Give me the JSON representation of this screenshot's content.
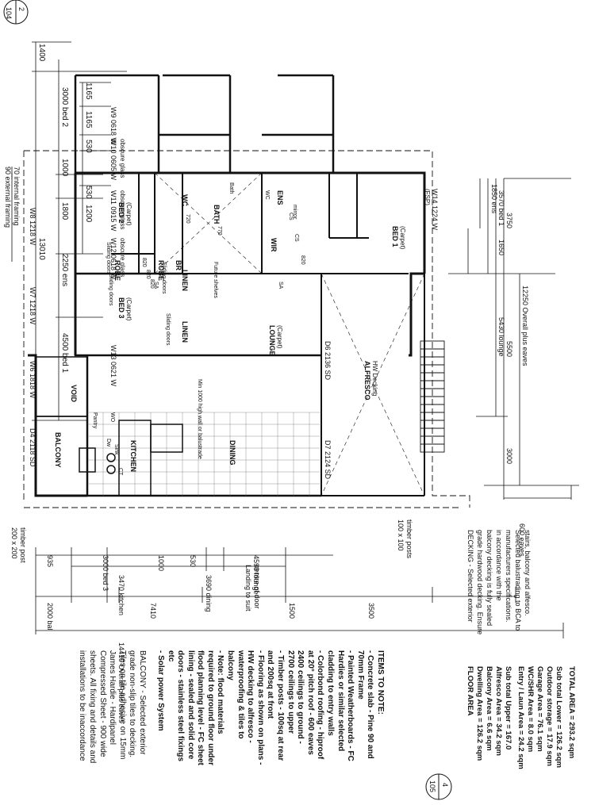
{
  "page_numbers": {
    "top_circle_a": "2",
    "top_circle_b": "104",
    "bottom_circle_a": "4",
    "bottom_circle_b": "105"
  },
  "top_dimensions": {
    "row1": [
      "1400",
      "13010"
    ],
    "row2": [
      "3000 bed 2",
      "1000",
      "1800",
      "2250 ens",
      "4500 bed 1"
    ],
    "row3": [
      "1165",
      "1165",
      "530",
      "530",
      "1200"
    ]
  },
  "windows_top": [
    {
      "id": "W9 0618 W",
      "note": ""
    },
    {
      "id": "W10 0605 W",
      "note": "obscure glass"
    },
    {
      "id": "W11 0915 W",
      "note": "obscure glass"
    },
    {
      "id": "W12 0618 W",
      "note": "obscure glass"
    },
    {
      "id": "W13 0621 W",
      "note": ""
    }
  ],
  "left_labels": {
    "framing_a": "90 external framing",
    "framing_b": "70 internal framing",
    "w8": "W8 1218 W",
    "w7": "W7 1218 W",
    "w6": "W6 1818 W",
    "d4": "D4 2118 SD"
  },
  "right_labels": {
    "w14": "W14 1224 W",
    "fsp": "(FSP)",
    "d6": "D6 2136 SD",
    "d7": "D7 2124 SD"
  },
  "side_dimensions": {
    "ens": "1850 ens",
    "bed1": "3570 bed 1",
    "d1650": "1650",
    "d3750": "3750",
    "lounge": "5430 lounge",
    "d5500": "5500",
    "d3000": "3000",
    "overall": "12250 Overall plus eaves",
    "eaves": "600 eaves"
  },
  "rooms": {
    "bed2": "BED 2",
    "bed2_sub": "(Carpet)",
    "bed3": "BED 3",
    "bed3_sub": "(Carpet)",
    "bed1": "BED 1",
    "bed1_sub": "(Carpet)",
    "wc": "WC",
    "bath": "BATH",
    "bath_fixture": "Bath",
    "ens": "ENS",
    "wir": "WIR",
    "linen1": "LINEN",
    "linen2": "LINEN",
    "robe1": "ROBE",
    "robe2": "ROBE",
    "br": "BR",
    "lounge": "LOUNGE",
    "lounge_sub": "(Carpet)",
    "alfresco": "ALFRESCO",
    "alfresco_sub": "HW Decking",
    "void": "VOID",
    "balcony": "BALCONY",
    "kitchen": "KITCHEN",
    "dining": "DINING",
    "pantry": "Pantry",
    "wo": "WO",
    "dw": "Dw",
    "sink": "Sink",
    "ct": "CT"
  },
  "plan_notes": {
    "sliding1": "Sliding doors",
    "sliding2": "Sliding doors",
    "sliding3": "Sliding doors",
    "sliding4": "Sliding doors",
    "balustrade": "Min 1000 high wall or balustrade",
    "future_shelves": "Future shelves",
    "wc_sub": "WC",
    "mirror": "mirror",
    "d820a": "820",
    "d820b": "820",
    "d820c": "820",
    "d820d": "820",
    "d770": "770",
    "d720": "720",
    "sa1": "SA",
    "sa2": "SA",
    "cs1": "CS",
    "cs2": "CS"
  },
  "bottom_dimensions": {
    "row1": [
      "935",
      "3000 bed 3",
      "1000",
      "530",
      "4590 lounge"
    ],
    "row2": [
      "3470 kitchen",
      "3690 dining"
    ],
    "row3": [
      "2000 bal",
      "7410",
      "1500",
      "3500"
    ],
    "overall": "14410 Overall plus eaves"
  },
  "posts": {
    "a_1": "200 x 200",
    "a_2": "timber post",
    "b_1": "100 x 100",
    "b_2": "timber posts"
  },
  "landing_note": [
    "Landing to suit",
    "centre of door"
  ],
  "decking_note": [
    "DECKING - Selected exterior",
    "grade hardwood decking. Ensure",
    "balcony decking is fully sealed",
    "in accordance with the",
    "manufacturers specifications.",
    "Selected balustrading to BCA to",
    "stairs, balcony and alfesco."
  ],
  "floor_area": {
    "title": "FLOOR AREA",
    "upper": [
      "Dwelling Area = 126.2 sqm",
      "Balcony Area = 6.6 sqm",
      "Alfresco Area = 34.2 sqm"
    ],
    "upper_total": "Sub total Upper = 167.0",
    "lower": [
      "Entry / Laun Area = 24.2 sqm",
      "WC/SHR Area = 8.0 sqm",
      "Garage Area = 76.1 sqm",
      "Outdoor storage = 17.9 sqm"
    ],
    "lower_total": "Sub total Lower = 126.2 sqm",
    "total": "TOTAL AREA = 293.2 sqm"
  },
  "items_to_note": {
    "title": "ITEMS TO NOTE:",
    "lines": [
      "- Concrete slab - Pine 90 and",
      "70mm Frame",
      "- Painted Weatherboards - FC",
      "Hardies or similar selected",
      "cladding to entry walls",
      "- Colorbond roofing - hiproof",
      "at 20° pitch roof - 600 eaves",
      "2400 ceilings to ground -",
      "2700 ceilings to upper",
      "- Timber posts - 100sq at rear",
      "and 200sq at front",
      "- Flooring as shown on plans -",
      "HW decking to alfresco -",
      "waterproofing & tiles to",
      "balcony",
      "- Note: flood materials",
      "required to ground floor under",
      "flood planning level - FC sheet",
      "lining - sealed and solid core",
      "doors - stainless steel fixings",
      "etc",
      "- Solar power System"
    ]
  },
  "balcony_note": [
    "BALCONY - Selected exterior",
    "grade non-slip tiles to decking.",
    "Tiles on tile adhesive on 15mm",
    "James Hardie - Hardipanel",
    "Compressed Sheet - 900 wide",
    "sheets. All fixing and details and",
    "installations to be inaccordance"
  ]
}
